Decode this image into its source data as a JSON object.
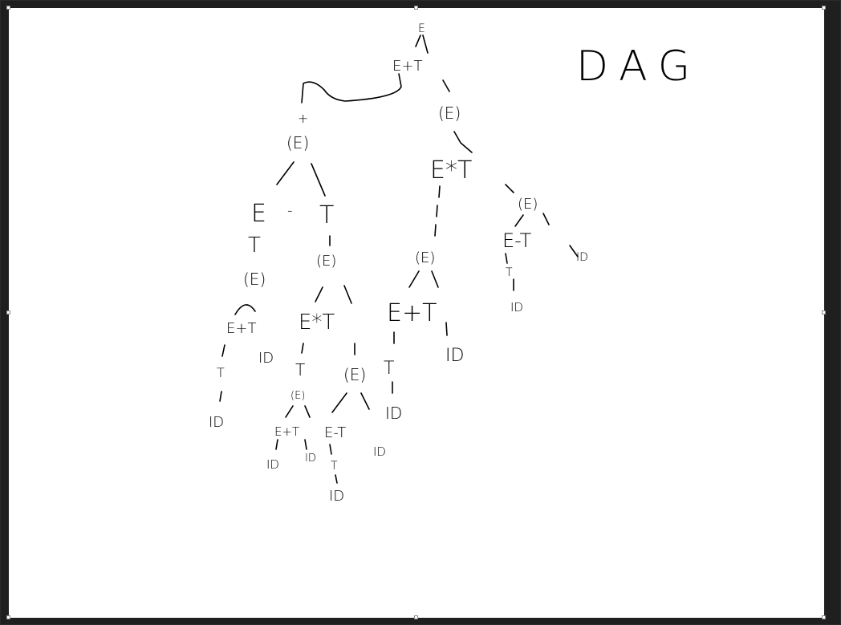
{
  "title": "DAG",
  "nodes": {
    "root": "E",
    "n_ept": "E+T",
    "plus_left": "+",
    "left_paren_e": "(E)",
    "left_e": "E",
    "left_minus": "-",
    "left_t": "T",
    "left_e_t": "T",
    "left_e_paren": "(E)",
    "left_inner": "E+T",
    "left_inner_t1": "T",
    "left_inner_id1": "ID",
    "left_inner_id2": "ID",
    "mid_paren": "(E)",
    "mid_ext": "E*T",
    "mid_t": "T",
    "mid_small_paren": "(E)",
    "mid_ett": "E+T",
    "mid_id_a": "ID",
    "mid_id_b": "ID",
    "mid_paren2": "(E)",
    "mid_e_minus_t": "E-T",
    "mid_t2": "T",
    "mid_id_c": "ID",
    "mid_id_d": "ID",
    "right_paren": "(E)",
    "right_ext": "E*T",
    "right_paren_small": "(E)",
    "right_ett": "E+T",
    "right_t_a": "T",
    "right_id_a": "ID",
    "right_id_b": "ID",
    "far_paren": "(E)",
    "far_emt": "E-T",
    "far_t": "T",
    "far_id_a": "ID",
    "far_id_b": "ID"
  }
}
